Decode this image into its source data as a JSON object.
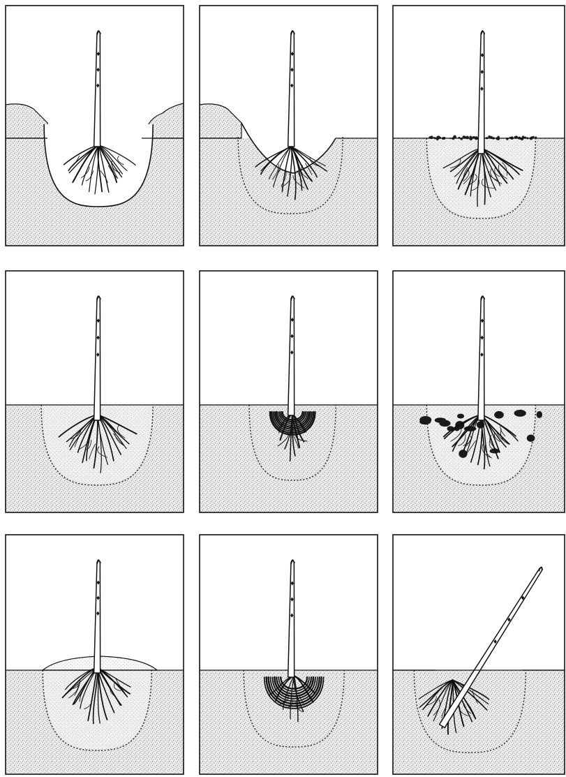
{
  "figure": {
    "panels": [
      {
        "variant": "dug-pit-mounds"
      },
      {
        "variant": "half-filled-pit"
      },
      {
        "variant": "planted-mulch"
      },
      {
        "variant": "planted-wide"
      },
      {
        "variant": "root-ball-compact"
      },
      {
        "variant": "planted-clods"
      },
      {
        "variant": "planted-mound"
      },
      {
        "variant": "circling-roots"
      },
      {
        "variant": "leaning-tree"
      }
    ]
  }
}
